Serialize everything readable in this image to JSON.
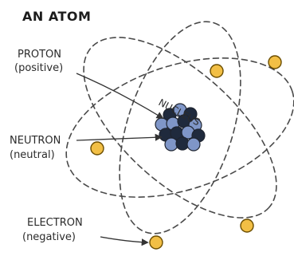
{
  "title": "AN ATOM",
  "labels": {
    "proton": "PROTON",
    "proton_charge": "(positive)",
    "neutron": "NEUTRON",
    "neutron_charge": "(neutral)",
    "electron": "ELECTRON",
    "electron_charge": "(negative)",
    "nucleus": "NUCLEUS"
  },
  "colors": {
    "electron": "#f2bf45",
    "proton": "#7f96c8",
    "neutron": "#1f2a3d",
    "orbit": "#4a4a4a",
    "text": "#2b2b2b"
  },
  "counts": {
    "electrons": 5,
    "orbits": 3
  }
}
